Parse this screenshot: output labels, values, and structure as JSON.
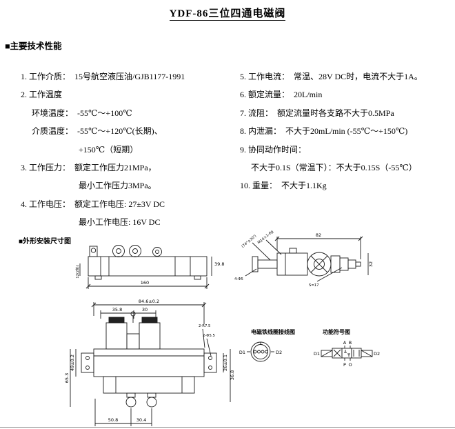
{
  "title": "YDF-86三位四通电磁阀",
  "tech_section": {
    "header": "■主要技术性能",
    "left_lines": [
      {
        "indent": 0,
        "text": "1. 工作介质：　15号航空液压油/GJB1177-1991"
      },
      {
        "indent": 0,
        "text": "2. 工作温度"
      },
      {
        "indent": 1,
        "text": "环境温度：　-55℃～+100℃"
      },
      {
        "indent": 1,
        "text": "介质温度：　-55℃～+120℃(长期)、"
      },
      {
        "indent": 2,
        "text": "+150℃（短期）"
      },
      {
        "indent": 0,
        "text": "3. 工作压力：　额定工作压力21MPa，"
      },
      {
        "indent": 2,
        "text": "最小工作压力3MPa。"
      },
      {
        "indent": 0,
        "text": "4. 工作电压：　额定工作电压: 27±3V DC"
      },
      {
        "indent": 2,
        "text": "最小工作电压: 16V DC"
      }
    ],
    "right_lines": [
      {
        "indent": 0,
        "text": "5. 工作电流：　常温、28V DC时，电流不大于1A。"
      },
      {
        "indent": 0,
        "text": "6. 额定流量：　20L/min"
      },
      {
        "indent": 0,
        "text": "7. 流阻：　额定流量时各支路不大于0.5MPa"
      },
      {
        "indent": 0,
        "text": "8. 内泄漏：　不大于20mL/min (-55℃～+150℃)"
      },
      {
        "indent": 0,
        "text": "9. 协同动作时间："
      },
      {
        "indent": 1,
        "text": "不大于0.1S（常温下）：不大于0.15S（-55℃）"
      },
      {
        "indent": 0,
        "text": "10. 重量：　不大于1.1Kg"
      }
    ]
  },
  "drawing_section": {
    "header": "■外形安装尺寸图",
    "side_view": {
      "dim_length": "160",
      "dim_height_left": "12(2处)",
      "dim_height_right": "39.8"
    },
    "end_view": {
      "dim_length": "82",
      "dim_height": "32",
      "wrench_flat": "S=17",
      "mounting_holes": "4-Φ5",
      "cone_angle": "(74°±30')",
      "thread_label": "M14×1-6g"
    },
    "front_view": {
      "dim_width": "84.6±0.2",
      "dim_w2": "35.8",
      "dim_w3": "30",
      "corner_radius": "2-R7.5",
      "hole_dia": "2-Φ5.5",
      "dim_h1": "49±0.2",
      "dim_h2": "65.3",
      "dim_h3": "26±0.1",
      "dim_h4": "36.8",
      "dim_b1": "50.8",
      "dim_b2": "30.4"
    },
    "wiring_diagram": {
      "title": "电磁铁线圈接线图",
      "left_label": "D1",
      "right_label": "D2"
    },
    "function_symbol": {
      "title": "功能符号图",
      "port_a": "A",
      "port_b": "B",
      "port_p": "P",
      "port_o": "O",
      "left_label": "D1",
      "right_label": "D2"
    }
  }
}
